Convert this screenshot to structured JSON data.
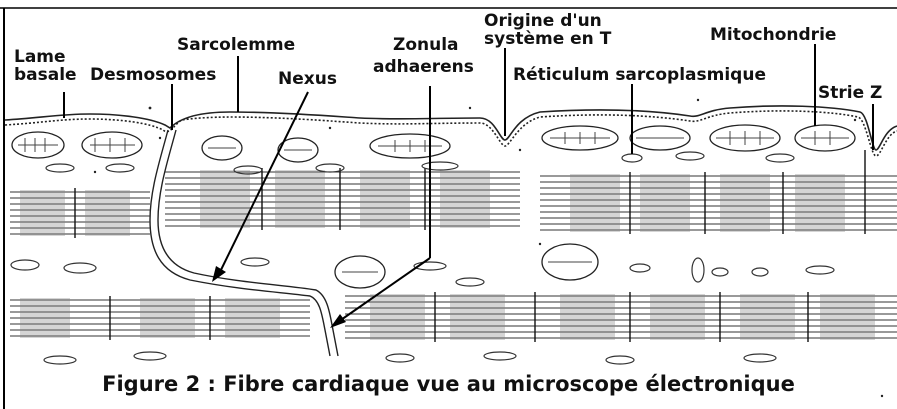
{
  "labels": {
    "lame_basale_1": "Lame",
    "lame_basale_2": "basale",
    "desmosomes": "Desmosomes",
    "sarcolemme": "Sarcolemme",
    "nexus": "Nexus",
    "zonula_1": "Zonula",
    "zonula_2": "adhaerens",
    "origine_1": "Origine d'un",
    "origine_2": "système en T",
    "reticulum": "Réticulum sarcoplasmique",
    "mitochondrie": "Mitochondrie",
    "strie_z": "Strie Z"
  },
  "caption": "Figure 2 :  Fibre cardiaque vue au microscope électronique",
  "colors": {
    "ink": "#111111",
    "border": "#000000",
    "background": "#ffffff"
  }
}
